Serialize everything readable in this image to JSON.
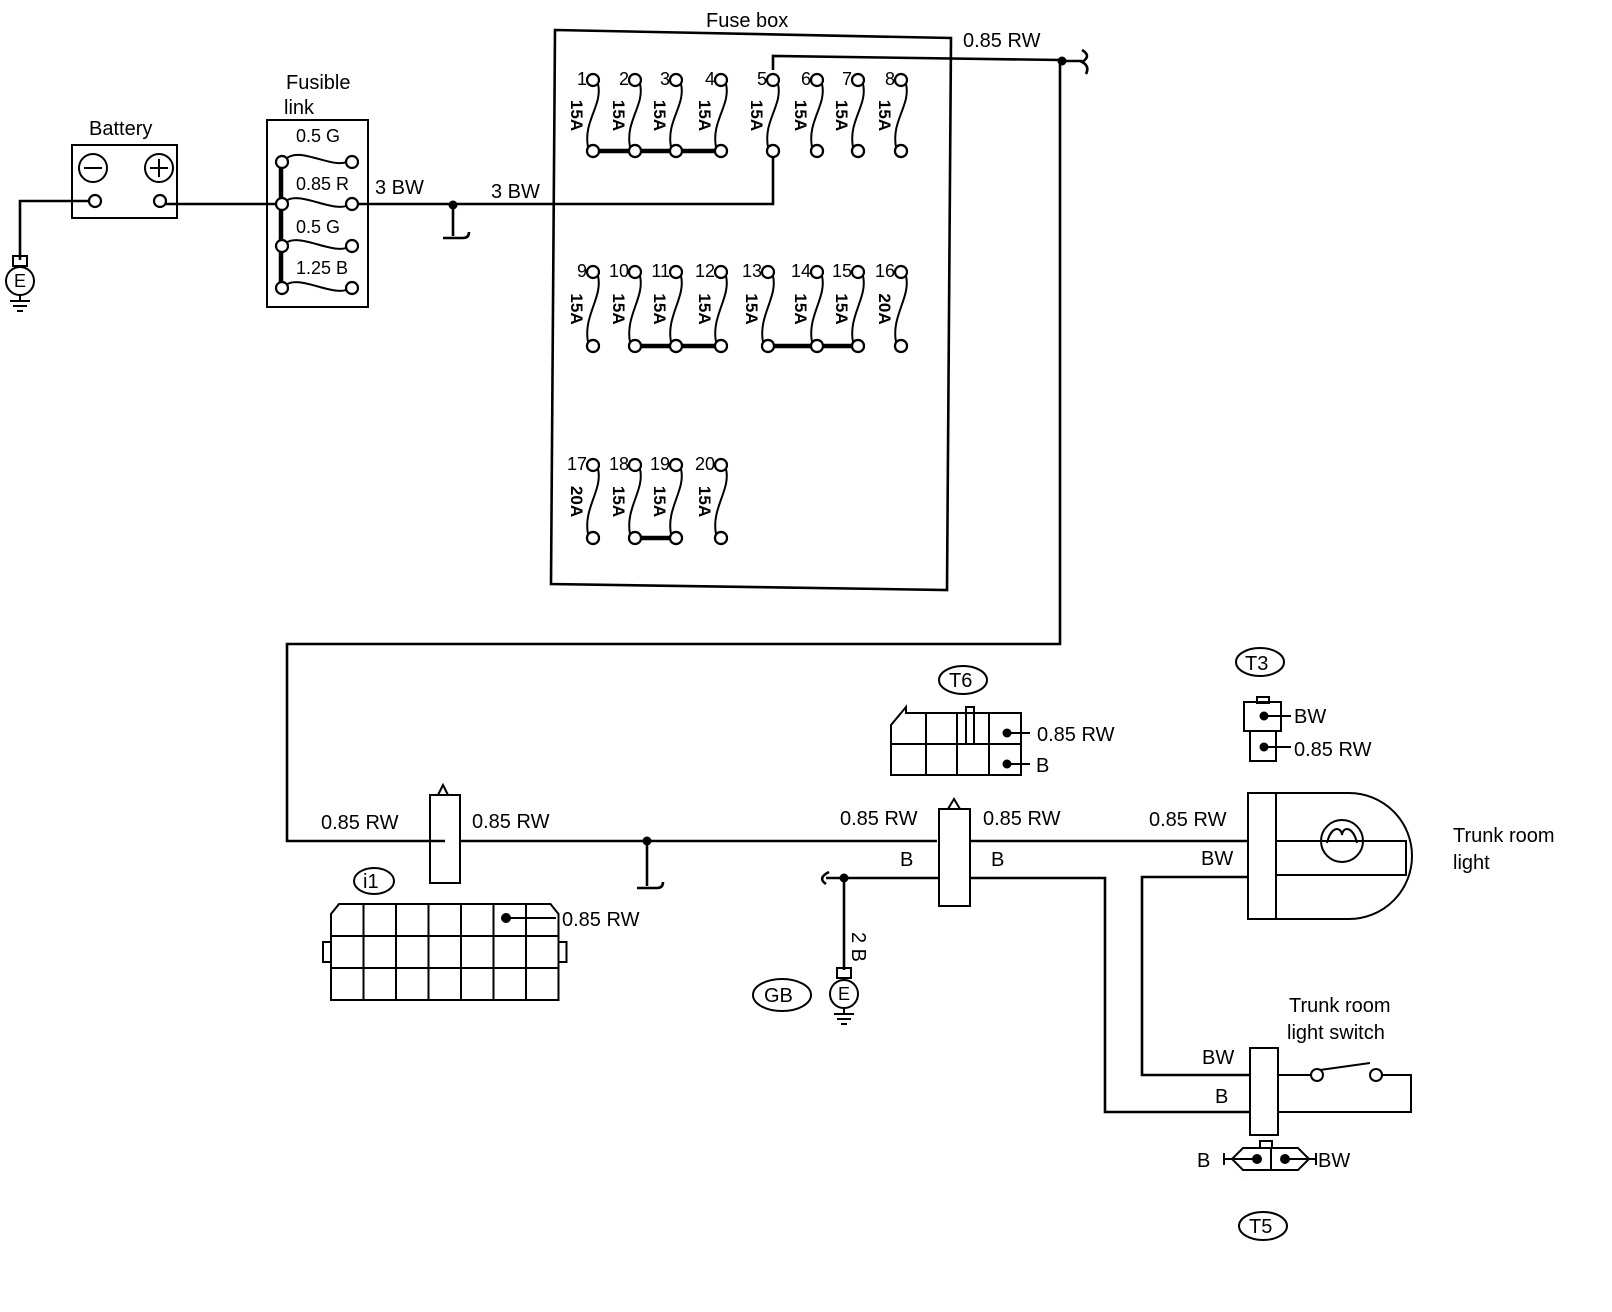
{
  "components": {
    "battery": {
      "label": "Battery",
      "neg_symbol": "−",
      "pos_symbol": "+"
    },
    "fusible_link": {
      "label_line1": "Fusible",
      "label_line2": "link",
      "links": [
        "0.5 G",
        "0.85 R",
        "0.5 G",
        "1.25 B"
      ]
    },
    "fuse_box": {
      "label": "Fuse box",
      "fuses": [
        {
          "num": "1",
          "rating": "15A"
        },
        {
          "num": "2",
          "rating": "15A"
        },
        {
          "num": "3",
          "rating": "15A"
        },
        {
          "num": "4",
          "rating": "15A"
        },
        {
          "num": "5",
          "rating": "15A"
        },
        {
          "num": "6",
          "rating": "15A"
        },
        {
          "num": "7",
          "rating": "15A"
        },
        {
          "num": "8",
          "rating": "15A"
        },
        {
          "num": "9",
          "rating": "15A"
        },
        {
          "num": "10",
          "rating": "15A"
        },
        {
          "num": "11",
          "rating": "15A"
        },
        {
          "num": "12",
          "rating": "15A"
        },
        {
          "num": "13",
          "rating": "15A"
        },
        {
          "num": "14",
          "rating": "15A"
        },
        {
          "num": "15",
          "rating": "15A"
        },
        {
          "num": "16",
          "rating": "20A"
        },
        {
          "num": "17",
          "rating": "20A"
        },
        {
          "num": "18",
          "rating": "15A"
        },
        {
          "num": "19",
          "rating": "15A"
        },
        {
          "num": "20",
          "rating": "15A"
        }
      ]
    },
    "ground_symbol": "E",
    "trunk_light": {
      "line1": "Trunk room",
      "line2": "light"
    },
    "trunk_switch": {
      "line1": "Trunk room",
      "line2": "light switch"
    }
  },
  "connectors": {
    "i1": {
      "id": "i1",
      "wire": "0.85 RW"
    },
    "t6": {
      "id": "T6",
      "pins": [
        "0.85 RW",
        "B"
      ]
    },
    "t3": {
      "id": "T3",
      "pins": [
        "BW",
        "0.85 RW"
      ]
    },
    "t5": {
      "id": "T5",
      "pins": [
        "B",
        "BW"
      ]
    },
    "gb": {
      "id": "GB"
    }
  },
  "wires": {
    "bw_link_out": "3 BW",
    "bw_box_in": "3 BW",
    "rw_top": "0.85 RW",
    "rw_i1_left": "0.85 RW",
    "rw_i1_right": "0.85 RW",
    "rw_t6_left": "0.85 RW",
    "rw_t6_right": "0.85 RW",
    "rw_lamp": "0.85 RW",
    "b_t6_left": "B",
    "b_t6_right": "B",
    "ground_2b": "2 B",
    "bw_lamp": "BW",
    "bw_switch": "BW",
    "b_switch": "B"
  }
}
